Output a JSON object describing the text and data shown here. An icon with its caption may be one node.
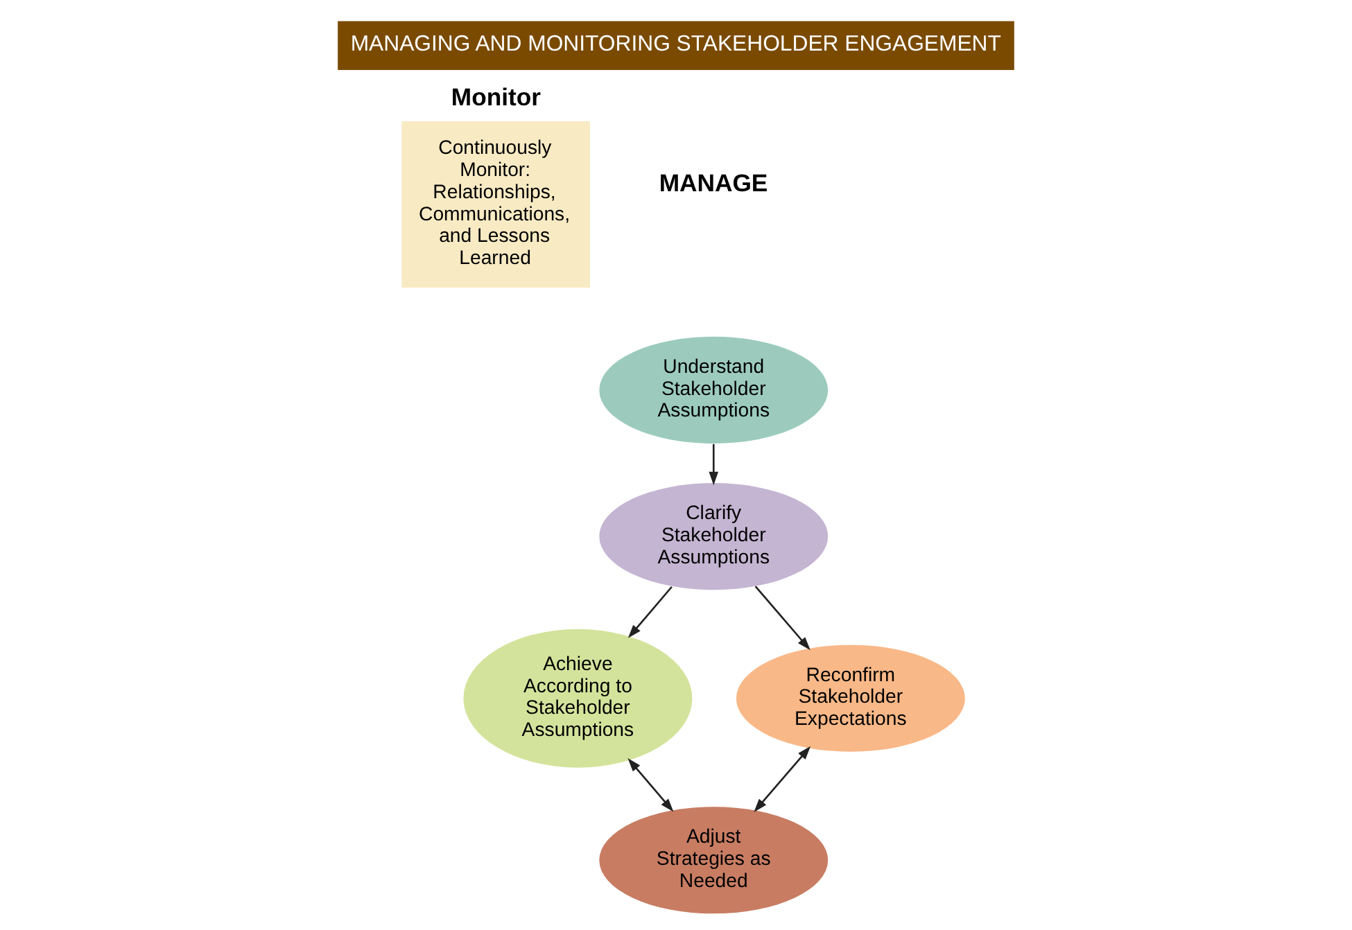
{
  "diagram": {
    "title": "MANAGING AND MONITORING STAKEHOLDER ENGAGEMENT",
    "nodes": [
      {
        "text": [
          "Understand Stakeholder Assumptions"
        ]
      },
      {
        "text": [
          "Clarify Stakeholder Assumptions"
        ]
      },
      {
        "text": [
          "Achieve According to Stakeholder Assumptions"
        ]
      },
      {
        "text": [
          "Reconfirm Stakeholder Expectations"
        ]
      },
      {
        "text": [
          "Adjust Strategies as Needed"
        ]
      },
      {
        "text": [
          "Monitor",
          "Continuously Monitor: Relationships, Communications, and Lessons Learned"
        ]
      }
    ],
    "edges": [
      {
        "from": 0,
        "to": 1,
        "arrow": "to"
      },
      {
        "from": 1,
        "to": 2,
        "arrow": "to"
      },
      {
        "from": 1,
        "to": 3,
        "arrow": "to"
      },
      {
        "from": 2,
        "to": 4,
        "arrow": "both"
      },
      {
        "from": 3,
        "to": 4,
        "arrow": "both"
      }
    ],
    "labels": [
      "MANAGE"
    ]
  }
}
